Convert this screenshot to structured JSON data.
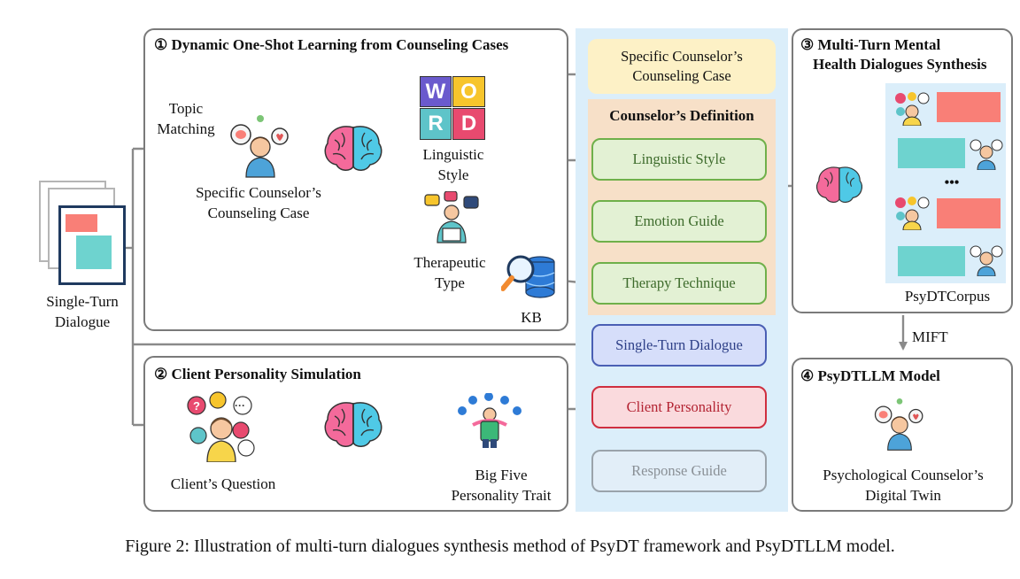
{
  "panels": {
    "p1_title": "① Dynamic One-Shot Learning from Counseling Cases",
    "p2_title": "② Client Personality Simulation",
    "p3_title_line1": "③ Multi-Turn Mental",
    "p3_title_line2": "Health Dialogues Synthesis",
    "p4_title": "④ PsyDTLLM Model"
  },
  "labels": {
    "topic_matching_1": "Topic",
    "topic_matching_2": "Matching",
    "case_1": "Specific Counselor’s",
    "case_2": "Counseling Case",
    "linguistic_1": "Linguistic",
    "linguistic_2": "Style",
    "therapeutic_1": "Therapeutic",
    "therapeutic_2": "Type",
    "kb": "KB",
    "single_turn_1": "Single-Turn",
    "single_turn_2": "Dialogue",
    "clients_question": "Client’s Question",
    "big_five_1": "Big Five",
    "big_five_2": "Personality Trait",
    "psydtcorpus": "PsyDTCorpus",
    "mift": "MIFT",
    "twin_1": "Psychological Counselor’s",
    "twin_2": "Digital Twin",
    "ellipsis": "•••"
  },
  "center": {
    "case_box_1": "Specific Counselor’s",
    "case_box_2": "Counseling Case",
    "definition_title": "Counselor’s Definition",
    "linguistic_style": "Linguistic Style",
    "emotion_guide": "Emotion Guide",
    "therapy_technique": "Therapy Technique",
    "single_turn_dialogue": "Single-Turn Dialogue",
    "client_personality": "Client Personality",
    "response_guide": "Response Guide"
  },
  "caption": "Figure 2: Illustration of multi-turn dialogues synthesis method of PsyDT framework and PsyDTLLM model.",
  "colors": {
    "center_column": "#dbeefa",
    "case_box": "#fdf1c6",
    "definition_panel": "#f7e0c8",
    "green_box": "#e3f1d4",
    "blue_box": "#d6defa",
    "red_box": "#fadadd",
    "arrow": "#8a8a8a",
    "bubble_red": "#f97f77",
    "bubble_teal": "#6ed3cf"
  },
  "icons": [
    "counselor-icon",
    "brain-icon",
    "word-puzzle-icon",
    "therapist-icon",
    "kb-database-icon",
    "client-icon",
    "big-five-icon",
    "document-stack-icon"
  ]
}
